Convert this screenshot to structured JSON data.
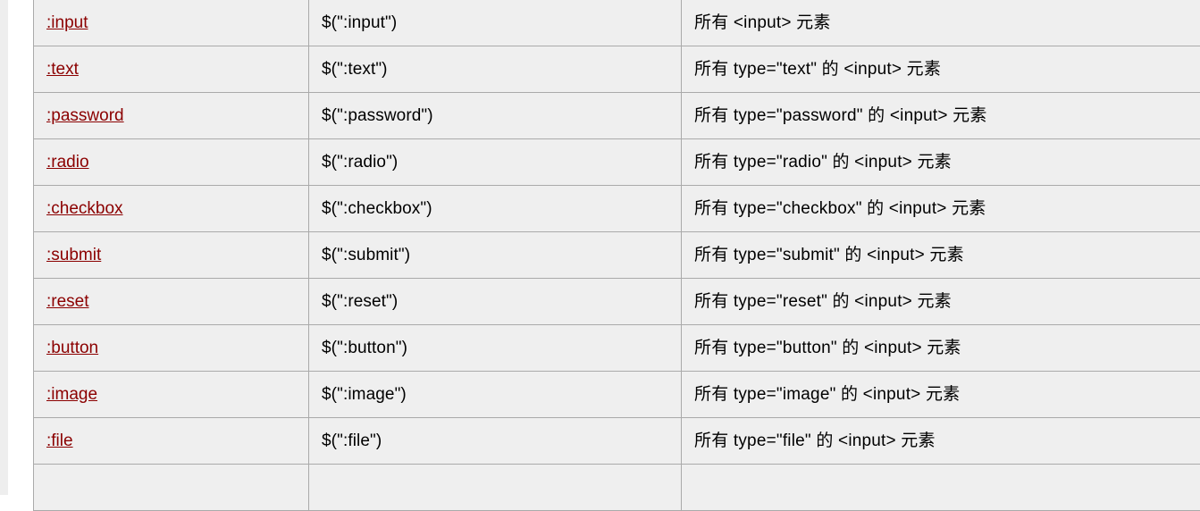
{
  "page": {
    "gutter_color": "#eeeeee",
    "cell_bg": "#efefef",
    "border_color": "#aaaaaa",
    "link_color": "#8b0000"
  },
  "table": {
    "columns": [
      "selector",
      "example",
      "description"
    ],
    "cut_row": {
      "selector": "",
      "example": "",
      "description": ""
    },
    "rows": [
      {
        "selector": ":input",
        "example": "$(\":input\")",
        "description": "所有 <input> 元素"
      },
      {
        "selector": ":text",
        "example": "$(\":text\")",
        "description": "所有 type=\"text\" 的 <input> 元素"
      },
      {
        "selector": ":password",
        "example": "$(\":password\")",
        "description": "所有 type=\"password\" 的 <input> 元素"
      },
      {
        "selector": ":radio",
        "example": "$(\":radio\")",
        "description": "所有 type=\"radio\" 的 <input> 元素"
      },
      {
        "selector": ":checkbox",
        "example": "$(\":checkbox\")",
        "description": "所有 type=\"checkbox\" 的 <input> 元素"
      },
      {
        "selector": ":submit",
        "example": "$(\":submit\")",
        "description": "所有 type=\"submit\" 的 <input> 元素"
      },
      {
        "selector": ":reset",
        "example": "$(\":reset\")",
        "description": "所有 type=\"reset\" 的 <input> 元素"
      },
      {
        "selector": ":button",
        "example": "$(\":button\")",
        "description": "所有 type=\"button\" 的 <input> 元素"
      },
      {
        "selector": ":image",
        "example": "$(\":image\")",
        "description": "所有 type=\"image\" 的 <input> 元素"
      },
      {
        "selector": ":file",
        "example": "$(\":file\")",
        "description": "所有 type=\"file\" 的 <input> 元素"
      },
      {
        "selector": "",
        "example": "",
        "description": ""
      }
    ]
  }
}
